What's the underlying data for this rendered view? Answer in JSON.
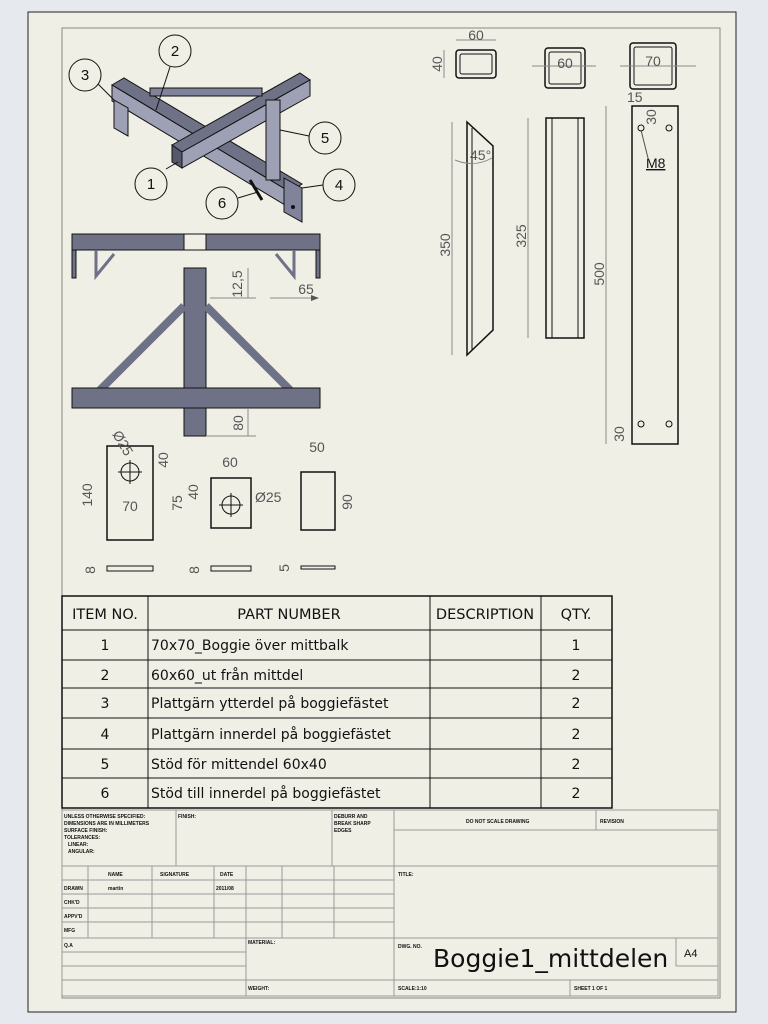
{
  "bom": {
    "headers": {
      "item_no": "ITEM NO.",
      "part_number": "PART NUMBER",
      "description": "DESCRIPTION",
      "qty": "QTY."
    },
    "rows": [
      {
        "item": "1",
        "part": "70x70_Boggie över mittbalk",
        "description": "",
        "qty": "1"
      },
      {
        "item": "2",
        "part": "60x60_ut från mittdel",
        "description": "",
        "qty": "2"
      },
      {
        "item": "3",
        "part": "Plattgärn ytterdel på boggiefästet",
        "description": "",
        "qty": "2"
      },
      {
        "item": "4",
        "part": "Plattgärn innerdel på boggiefästet",
        "description": "",
        "qty": "2"
      },
      {
        "item": "5",
        "part": "Stöd för mittendel 60x40",
        "description": "",
        "qty": "2"
      },
      {
        "item": "6",
        "part": "Stöd till innerdel på boggiefästet",
        "description": "",
        "qty": "2"
      }
    ]
  },
  "balloons": {
    "b1": "1",
    "b2": "2",
    "b3": "3",
    "b4": "4",
    "b5": "5",
    "b6": "6"
  },
  "dimensions": {
    "tube_60x40_w": "60",
    "tube_60x40_h": "40",
    "tube_60": "60",
    "tube_70": "70",
    "angle": "45°",
    "len_350": "350",
    "len_325": "325",
    "len_500": "500",
    "len_15": "15",
    "len_30_top": "30",
    "thread": "M8",
    "len_30_bottom": "30",
    "front_12_5": "12,5",
    "front_65": "65",
    "front_80": "80",
    "plate1_hole": "Ø25",
    "plate1_140": "140",
    "plate1_70": "70",
    "plate1_40": "40",
    "plate1_8": "8",
    "plate2_60": "60",
    "plate2_40": "40",
    "plate2_75": "75",
    "plate2_hole": "Ø25",
    "plate2_8": "8",
    "plate3_50": "50",
    "plate3_90": "90",
    "plate3_5": "5"
  },
  "title_block": {
    "unless_note": [
      "UNLESS OTHERWISE SPECIFIED:",
      "DIMENSIONS ARE IN MILLIMETERS",
      "SURFACE FINISH:",
      "TOLERANCES:",
      "  LINEAR:",
      "  ANGULAR:"
    ],
    "finish": "FINISH:",
    "deburr": [
      "DEBURR AND",
      "BREAK SHARP",
      "EDGES"
    ],
    "do_not_scale": "DO NOT SCALE DRAWING",
    "revision": "REVISION",
    "name": "NAME",
    "signature": "SIGNATURE",
    "date": "DATE",
    "drawn": "DRAWN",
    "drawn_name": "martin",
    "drawn_date": "2011/08",
    "chkd": "CHK'D",
    "appvd": "APPV'D",
    "mfg": "MFG",
    "qa": "Q.A",
    "material": "MATERIAL:",
    "weight": "WEIGHT:",
    "title_label": "TITLE:",
    "dwg_no_label": "DWG. NO.",
    "dwg_no": "Boggie1_mittdelen",
    "size": "A4",
    "scale": "SCALE:1:10",
    "sheet": "SHEET 1 OF 1"
  },
  "colors": {
    "paper": "#efefe6",
    "steel": "#6f7287",
    "steel_light": "#9ea1b5",
    "line": "#111111",
    "dim_line": "#8a8a8a"
  }
}
